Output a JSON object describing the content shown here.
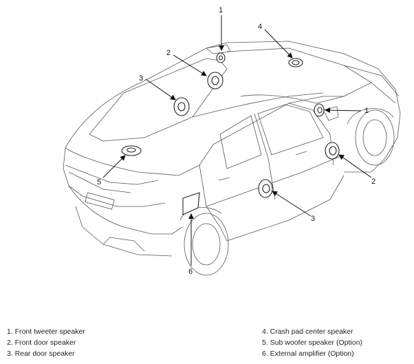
{
  "callouts": {
    "c1a": "1",
    "c2a": "2",
    "c3a": "3",
    "c4": "4",
    "c5": "5",
    "c1b": "1",
    "c2b": "2",
    "c3b": "3",
    "c6": "6"
  },
  "legend": {
    "left": [
      "1. Front tweeter speaker",
      "2. Front door speaker",
      "3. Rear door speaker"
    ],
    "right": [
      "4. Crash pad center speaker",
      "5. Sub woofer speaker (Option)",
      "6. External amplifier (Option)"
    ]
  }
}
